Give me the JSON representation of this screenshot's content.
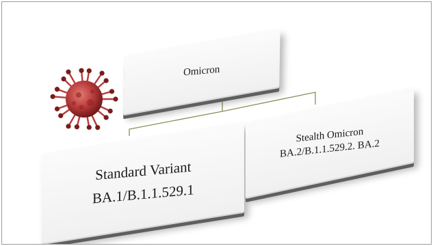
{
  "diagram": {
    "root": {
      "label": "Omicron"
    },
    "children": [
      {
        "label_line1": "Standard Variant",
        "label_line2": "BA.1/B.1.1.529.1"
      },
      {
        "label_line1": "Stealth Omicron",
        "label_line2": "BA.2/B.1.1.529.2. BA.2"
      }
    ]
  },
  "icons": {
    "virus": "coronavirus-icon"
  },
  "colors": {
    "virus_body": "#b73a3a",
    "virus_dark": "#7a1c1c",
    "connector": "#8e8a5a",
    "tile_side": "#5f5f5f"
  }
}
